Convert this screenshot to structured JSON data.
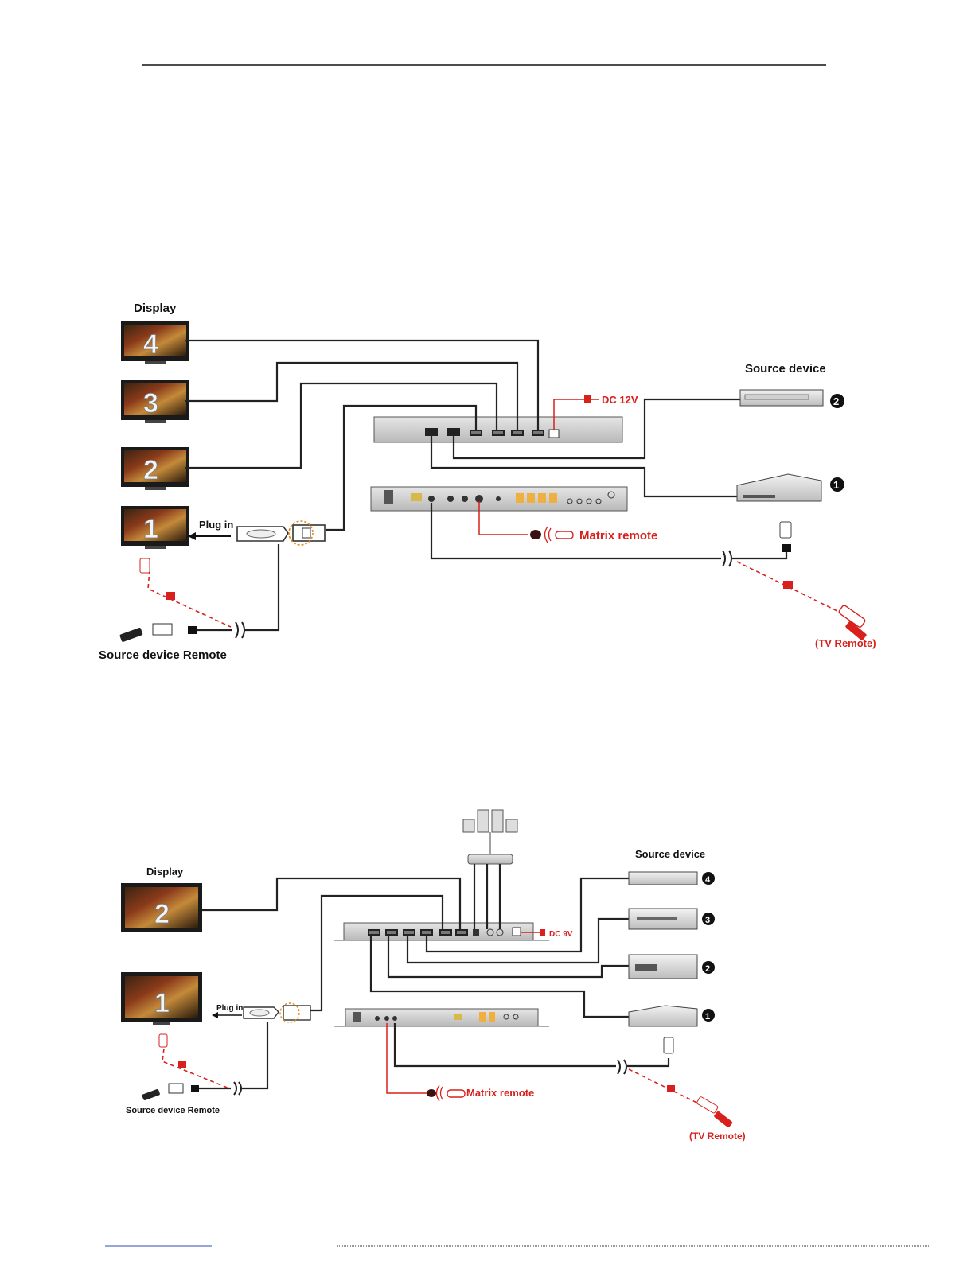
{
  "diagram_top": {
    "display_heading": "Display",
    "source_heading": "Source device",
    "display_numbers": [
      "4",
      "3",
      "2",
      "1"
    ],
    "source_numbers": [
      "2",
      "1"
    ],
    "power_label": "DC 12V",
    "plug_in_label": "Plug in",
    "matrix_remote_label": "Matrix remote",
    "source_remote_label": "Source device Remote",
    "tv_remote_label": "(TV Remote)"
  },
  "diagram_bottom": {
    "display_heading": "Display",
    "source_heading": "Source device",
    "display_numbers": [
      "2",
      "1"
    ],
    "source_numbers": [
      "4",
      "3",
      "2",
      "1"
    ],
    "power_label": "DC 9V",
    "plug_in_label": "Plug in",
    "matrix_remote_label": "Matrix remote",
    "source_remote_label": "Source device Remote",
    "tv_remote_label": "(TV Remote)"
  },
  "colors": {
    "accent": "#d8211d",
    "line": "#222222"
  }
}
